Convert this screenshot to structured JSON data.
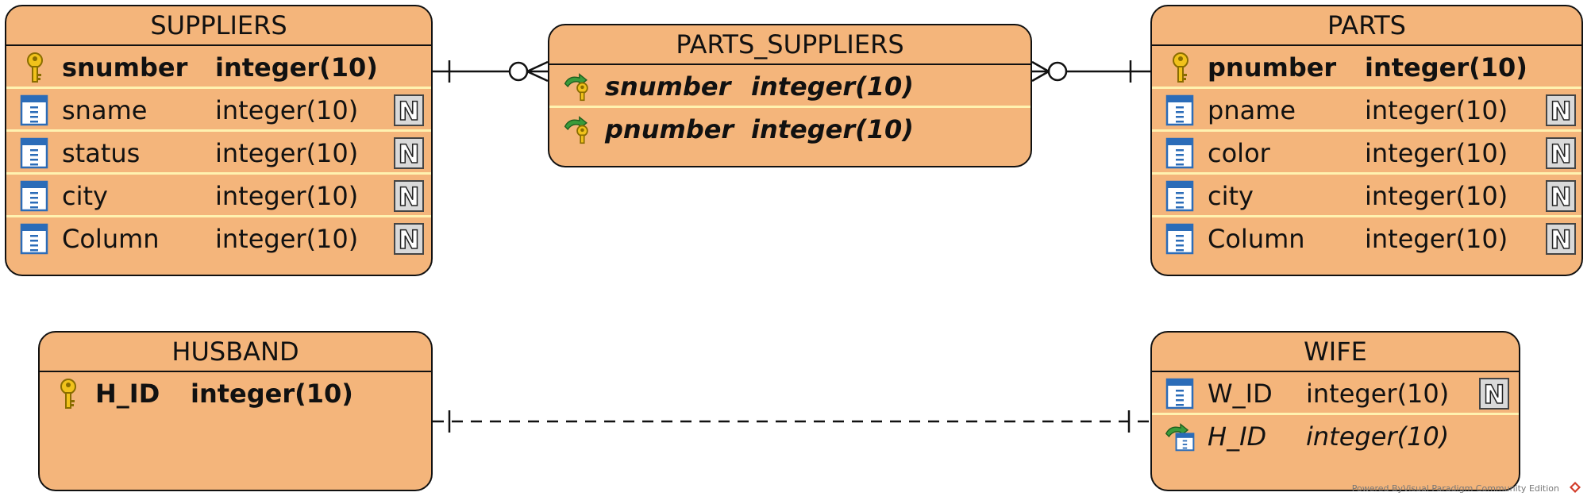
{
  "entities": {
    "suppliers": {
      "title": "SUPPLIERS",
      "columns": [
        {
          "name": "snumber",
          "type": "integer(10)",
          "kind": "pk",
          "icon": "primary-key-icon"
        },
        {
          "name": "sname",
          "type": "integer(10)",
          "kind": "col",
          "icon": "column-icon",
          "nullable": true
        },
        {
          "name": "status",
          "type": "integer(10)",
          "kind": "col",
          "icon": "column-icon",
          "nullable": true
        },
        {
          "name": "city",
          "type": "integer(10)",
          "kind": "col",
          "icon": "column-icon",
          "nullable": true
        },
        {
          "name": "Column",
          "type": "integer(10)",
          "kind": "col",
          "icon": "column-icon",
          "nullable": true
        }
      ]
    },
    "parts_suppliers": {
      "title": "PARTS_SUPPLIERS",
      "columns": [
        {
          "name": "snumber",
          "type": "integer(10)",
          "kind": "fkpk",
          "icon": "foreign-primary-key-icon"
        },
        {
          "name": "pnumber",
          "type": "integer(10)",
          "kind": "fkpk",
          "icon": "foreign-primary-key-icon"
        }
      ]
    },
    "parts": {
      "title": "PARTS",
      "columns": [
        {
          "name": "pnumber",
          "type": "integer(10)",
          "kind": "pk",
          "icon": "primary-key-icon"
        },
        {
          "name": "pname",
          "type": "integer(10)",
          "kind": "col",
          "icon": "column-icon",
          "nullable": true
        },
        {
          "name": "color",
          "type": "integer(10)",
          "kind": "col",
          "icon": "column-icon",
          "nullable": true
        },
        {
          "name": "city",
          "type": "integer(10)",
          "kind": "col",
          "icon": "column-icon",
          "nullable": true
        },
        {
          "name": "Column",
          "type": "integer(10)",
          "kind": "col",
          "icon": "column-icon",
          "nullable": true
        }
      ]
    },
    "husband": {
      "title": "HUSBAND",
      "columns": [
        {
          "name": "H_ID",
          "type": "integer(10)",
          "kind": "pk",
          "icon": "primary-key-icon"
        }
      ]
    },
    "wife": {
      "title": "WIFE",
      "columns": [
        {
          "name": "W_ID",
          "type": "integer(10)",
          "kind": "col",
          "icon": "column-icon",
          "nullable": true
        },
        {
          "name": "H_ID",
          "type": "integer(10)",
          "kind": "fk",
          "icon": "foreign-key-icon"
        }
      ]
    }
  },
  "relationships": [
    {
      "from": "SUPPLIERS",
      "to": "PARTS_SUPPLIERS",
      "from_card": "one",
      "to_card": "zero-or-many",
      "style": "solid"
    },
    {
      "from": "PARTS",
      "to": "PARTS_SUPPLIERS",
      "from_card": "one",
      "to_card": "zero-or-many",
      "style": "solid"
    },
    {
      "from": "HUSBAND",
      "to": "WIFE",
      "from_card": "one",
      "to_card": "one",
      "style": "dashed"
    }
  ],
  "nullable_badge": "N",
  "watermark": "Powered ByVisual Paradigm Community Edition",
  "colors": {
    "entity_fill": "#f4b57b",
    "entity_border": "#111111",
    "row_separator": "#fff2b0"
  }
}
